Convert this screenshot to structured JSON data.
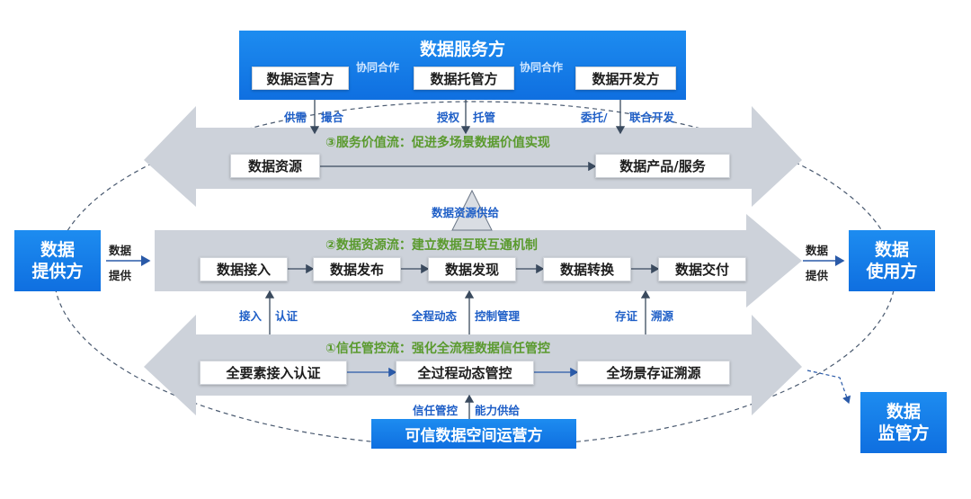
{
  "service_party": {
    "title": "数据服务方",
    "operator": "数据运营方",
    "custodian": "数据托管方",
    "developer": "数据开发方",
    "coop1": "协同合作",
    "coop2": "协同合作"
  },
  "links_top": {
    "left_a": "供需",
    "left_b": "撮合",
    "mid_a": "授权",
    "mid_b": "托管",
    "right_a": "委托/",
    "right_b": "联合开发"
  },
  "flow3": {
    "title": "③服务价值流：促进多场景数据价值实现",
    "left_box": "数据资源",
    "right_box": "数据产品/服务"
  },
  "supply_label": "数据资源供给",
  "flow2": {
    "title": "②数据资源流：建立数据互联互通机制",
    "steps": [
      "数据接入",
      "数据发布",
      "数据发现",
      "数据转换",
      "数据交付"
    ]
  },
  "provider": {
    "line1": "数据",
    "line2": "提供方",
    "arrow_a": "数据",
    "arrow_b": "提供"
  },
  "user": {
    "line1": "数据",
    "line2": "使用方",
    "arrow_a": "数据",
    "arrow_b": "提供"
  },
  "links_mid": {
    "left_a": "接入",
    "left_b": "认证",
    "mid_a": "全程动态",
    "mid_b": "控制管理",
    "right_a": "存证",
    "right_b": "溯源"
  },
  "flow1": {
    "title": "①信任管控流：强化全流程数据信任管控",
    "steps": [
      "全要素接入认证",
      "全过程动态管控",
      "全场景存证溯源"
    ]
  },
  "links_bottom": {
    "a": "信任管控",
    "b": "能力供给"
  },
  "trusted_operator": "可信数据空间运营方",
  "supervisor": {
    "line1": "数据",
    "line2": "监管方"
  },
  "colors": {
    "blue": "#1479e6",
    "band": "#cdd2da",
    "green": "#5a9a2e",
    "label_blue": "#1f5fc7"
  }
}
